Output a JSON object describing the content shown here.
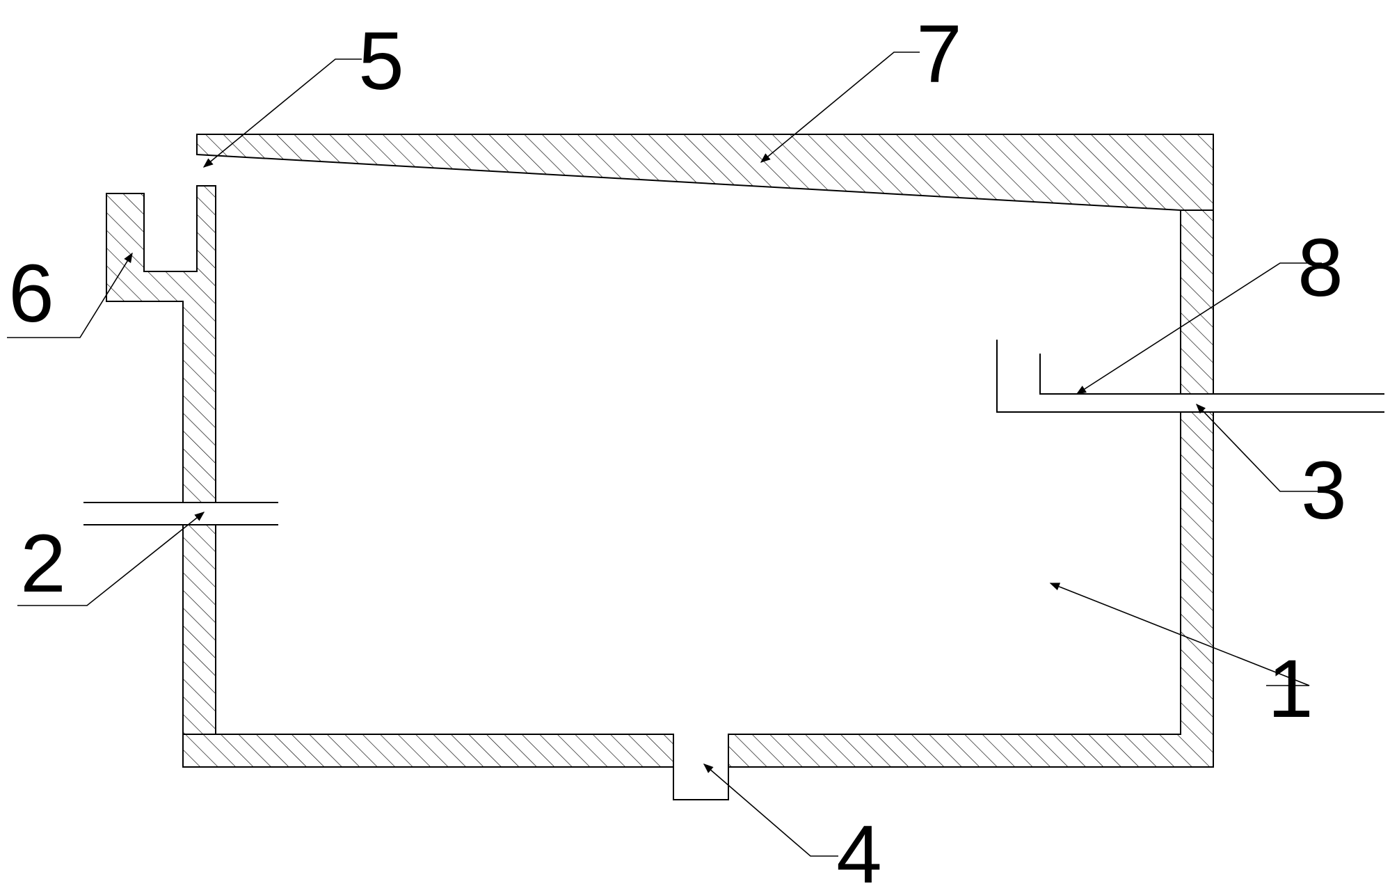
{
  "callouts": [
    {
      "id": "1",
      "text": "1"
    },
    {
      "id": "2",
      "text": "2"
    },
    {
      "id": "3",
      "text": "3"
    },
    {
      "id": "4",
      "text": "4"
    },
    {
      "id": "5",
      "text": "5"
    },
    {
      "id": "6",
      "text": "6"
    },
    {
      "id": "7",
      "text": "7"
    },
    {
      "id": "8",
      "text": "8"
    }
  ],
  "colors": {
    "stroke": "#000000",
    "background": "#ffffff"
  }
}
